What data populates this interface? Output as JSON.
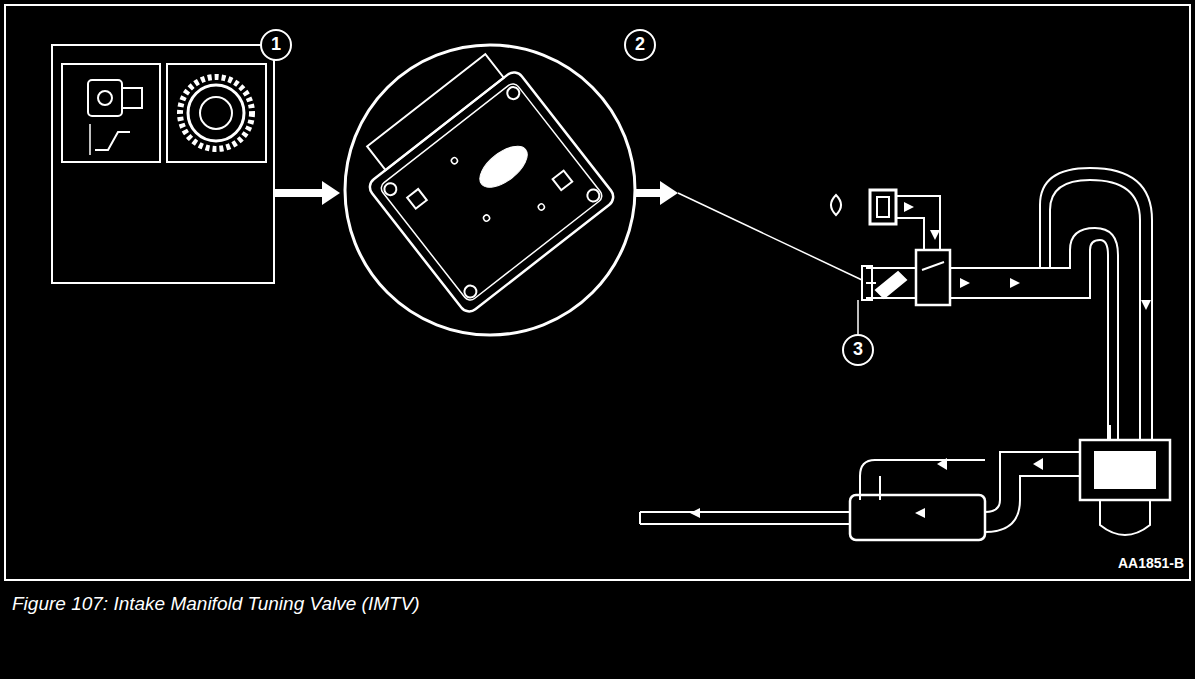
{
  "diagram": {
    "caption": "Figure 107: Intake Manifold Tuning Valve (IMTV)",
    "labels": [
      "1",
      "2",
      "3",
      "AA1851-B"
    ]
  }
}
